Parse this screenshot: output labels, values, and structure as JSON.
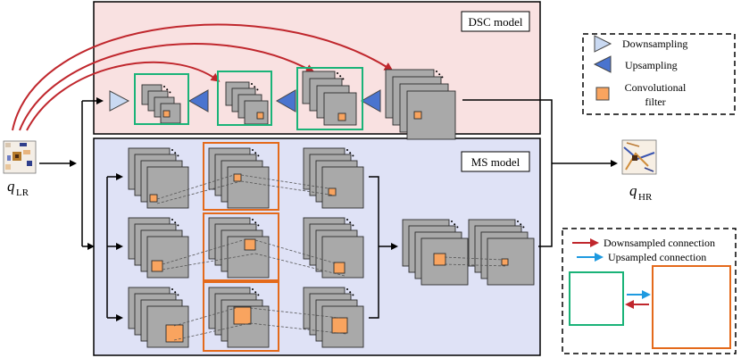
{
  "panels": {
    "dsc_label": "DSC model",
    "ms_label": "MS model"
  },
  "io": {
    "input_symbol": "q",
    "input_subscript": "LR",
    "output_symbol": "q",
    "output_subscript": "HR"
  },
  "legend_top": {
    "downsampling": "Downsampling",
    "upsampling": "Upsampling",
    "conv_filter_line1": "Convolutional",
    "conv_filter_line2": "filter"
  },
  "legend_bottom": {
    "downsampled_connection": "Downsampled connection",
    "upsampled_connection": "Upsampled connection"
  },
  "colors": {
    "dsc_bg": "#f9e1e1",
    "ms_bg": "#dfe2f6",
    "feature_map": "#a9a9a9",
    "filter": "#f9a45f",
    "green": "#1ab378",
    "orange": "#e46a1b",
    "red_arrow": "#c0272d",
    "blue_arrow": "#1e9ae0",
    "down_tri": "#c9d9f2",
    "up_tri": "#4a74cf"
  }
}
